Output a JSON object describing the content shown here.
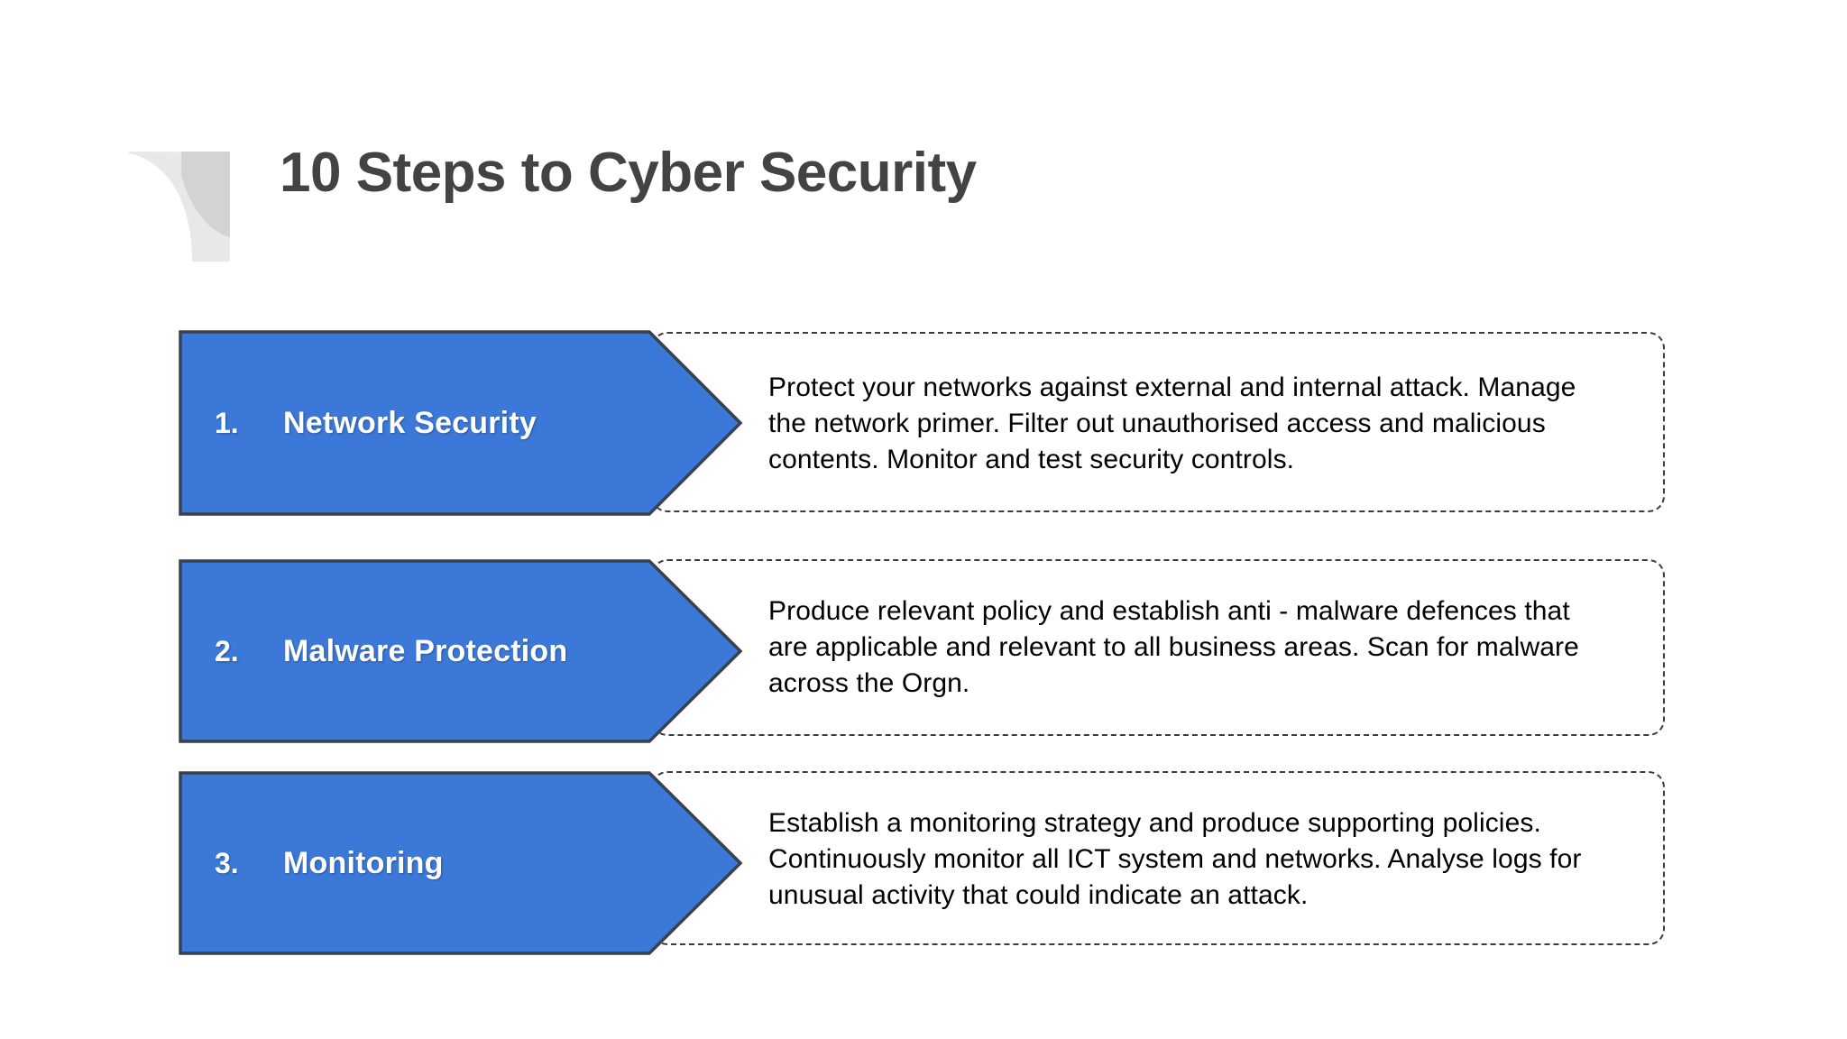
{
  "slide": {
    "title": "10 Steps to Cyber Security",
    "background_color": "#ffffff",
    "title_color": "#434343",
    "accent_color": "#3b78d8",
    "arrow_border_color": "#38414d",
    "dash_border_color": "#3c3c3c",
    "decoration": {
      "name": "quarter-petal-mark",
      "light_color": "#e8e8e8",
      "dark_color": "#d0d0d0"
    }
  },
  "steps": [
    {
      "number": "1.",
      "title": "Network Security",
      "description": "Protect your networks against external and internal attack. Manage the network primer. Filter out unauthorised access and malicious contents. Monitor and test security controls."
    },
    {
      "number": "2.",
      "title": "Malware Protection",
      "description": "Produce relevant policy and establish anti - malware defences that are applicable and relevant to all business areas. Scan for malware across the Orgn."
    },
    {
      "number": "3.",
      "title": "Monitoring",
      "description": "Establish a monitoring strategy and produce supporting policies. Continuously monitor all ICT system and networks. Analyse logs for unusual activity that could indicate an attack."
    }
  ]
}
